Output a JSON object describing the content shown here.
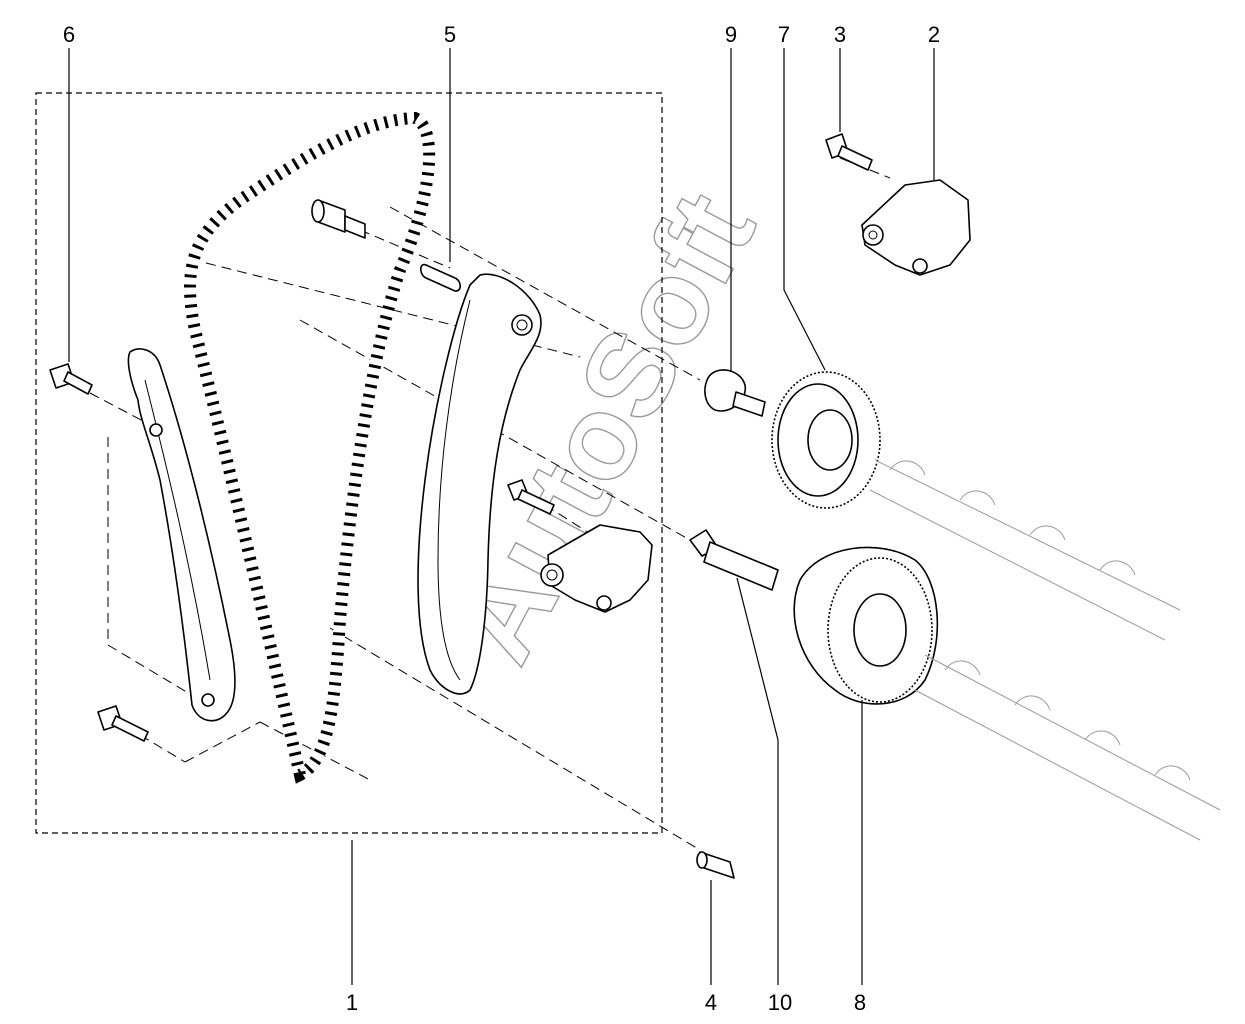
{
  "callouts": {
    "c1": "1",
    "c2": "2",
    "c3": "3",
    "c4": "4",
    "c5": "5",
    "c6": "6",
    "c7": "7",
    "c8": "8",
    "c9": "9",
    "c10": "10"
  },
  "watermark": "AutoSoft"
}
